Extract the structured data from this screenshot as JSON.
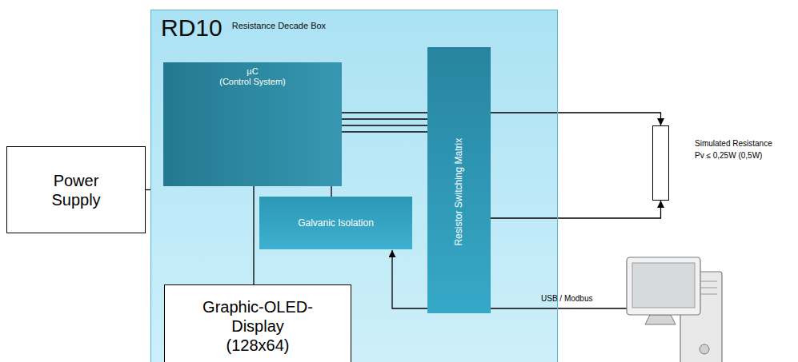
{
  "diagram": {
    "nodes": [
      {
        "text": [
          "Power Supply"
        ]
      },
      {
        "text": [
          "RD10",
          "Resistance Decade Box"
        ]
      },
      {
        "text": [
          "µC",
          "(Control System)"
        ],
        "in": 1
      },
      {
        "text": [
          "Resistor Switching Matrix"
        ],
        "in": 1
      },
      {
        "text": [
          "Galvanic Isolation"
        ],
        "in": 1
      },
      {
        "text": [
          "Graphic-OLED- Display (128x64)"
        ],
        "in": 1
      },
      {
        "text": [
          "Simulated Resistance",
          "Pv ≤ 0,25W (0,5W)"
        ]
      }
    ],
    "edges": [
      {
        "from": 0,
        "to": 1,
        "arrow": "none"
      },
      {
        "from": 2,
        "to": 3,
        "arrow": "none"
      },
      {
        "from": 2,
        "to": 3,
        "arrow": "none"
      },
      {
        "from": 2,
        "to": 3,
        "arrow": "none"
      },
      {
        "from": 2,
        "to": 3,
        "arrow": "none"
      },
      {
        "from": 2,
        "to": 5,
        "arrow": "none"
      },
      {
        "from": 2,
        "to": 4,
        "arrow": "none"
      },
      {
        "from": 3,
        "to": 6,
        "arrow": "to"
      },
      {
        "from": 3,
        "to": 6,
        "arrow": "to"
      }
    ],
    "labels": [
      "USB / Modbus"
    ]
  }
}
